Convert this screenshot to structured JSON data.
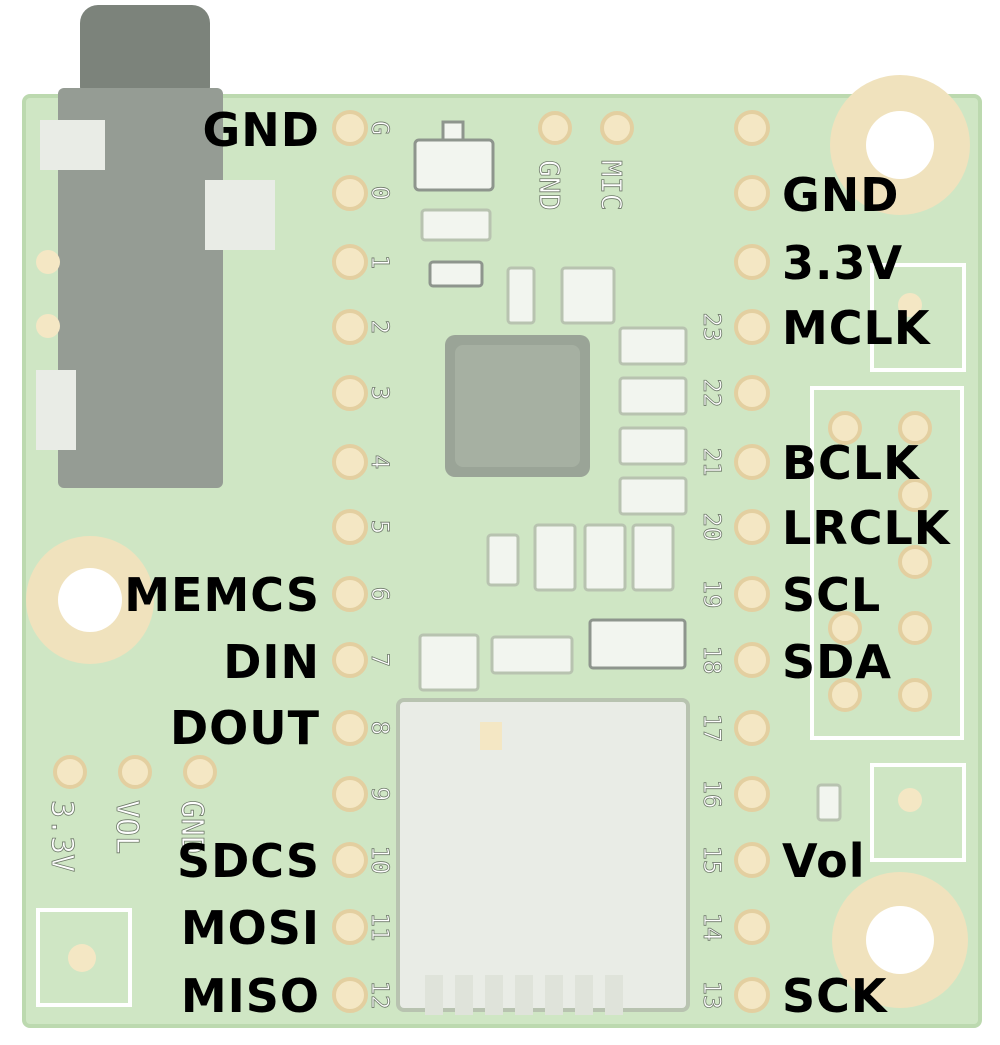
{
  "board": {
    "colors": {
      "pcb": "#cfe6c4",
      "pcb_edge": "#bcd9af",
      "pad": "#f4e7c4",
      "pad_ring": "#e3cfa0",
      "silk": "#ffffff",
      "jack": "#8e958d",
      "chip": "#9aa497",
      "card": "#e9ece6"
    },
    "left_silk_numbers": [
      "G",
      "0",
      "1",
      "2",
      "3",
      "4",
      "5",
      "6",
      "7",
      "8",
      "9",
      "10",
      "11",
      "12"
    ],
    "right_silk_numbers": [
      "23",
      "22",
      "21",
      "20",
      "19",
      "18",
      "17",
      "16",
      "15",
      "14",
      "13"
    ],
    "top_silk": [
      "GND",
      "MIC"
    ],
    "bottom_left_silk": [
      "3.3V",
      "VOL",
      "GND"
    ]
  },
  "labels": {
    "left": [
      "GND",
      "MEMCS",
      "DIN",
      "DOUT",
      "SDCS",
      "MOSI",
      "MISO"
    ],
    "right": [
      "GND",
      "3.3V",
      "MCLK",
      "BCLK",
      "LRCLK",
      "SCL",
      "SDA",
      "Vol",
      "SCK"
    ]
  }
}
